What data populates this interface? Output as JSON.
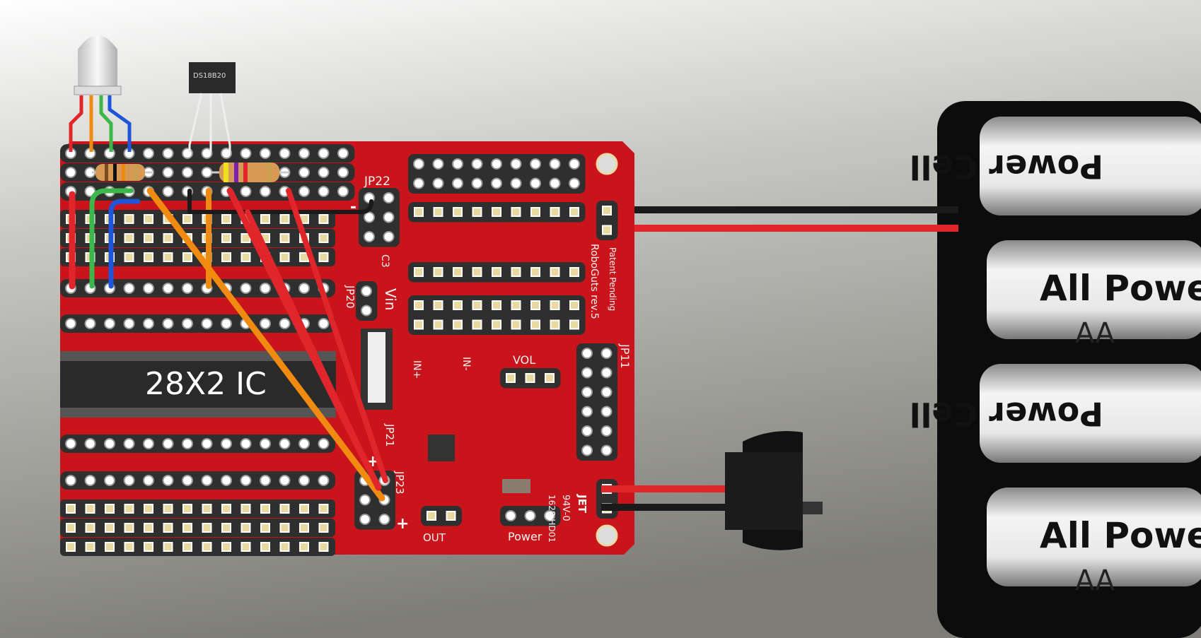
{
  "colors": {
    "pcb_red": "#c8141a",
    "perfboard": "#2f2f2f",
    "pad_gold": "#e8d9a0",
    "wire_red": "#e0262a",
    "wire_black": "#1a1a1a",
    "wire_orange": "#f08a10",
    "wire_green": "#3cb84a",
    "wire_blue": "#1f55d8"
  },
  "components": {
    "sensor_label": "DS18B20",
    "ic_label": "28X2 IC"
  },
  "silkscreen": {
    "jp22": "JP22",
    "jp20": "JP20",
    "jp21": "JP21",
    "jp23": "JP23",
    "jp11": "JP11",
    "vin": "Vin",
    "c3": "C3",
    "patent": "Patent Pending",
    "board_name": "RoboGuts rev.5",
    "vol": "VOL",
    "in_plus": "IN+",
    "in_minus": "IN-",
    "out": "OUT",
    "power": "Power",
    "rating": "94V-0",
    "maker": "JET",
    "code": "1628 HD01",
    "plus": "+",
    "minus": "-"
  },
  "battery": {
    "brand_a": "All Power",
    "brand_b": "Power Cell",
    "size": "AA"
  }
}
